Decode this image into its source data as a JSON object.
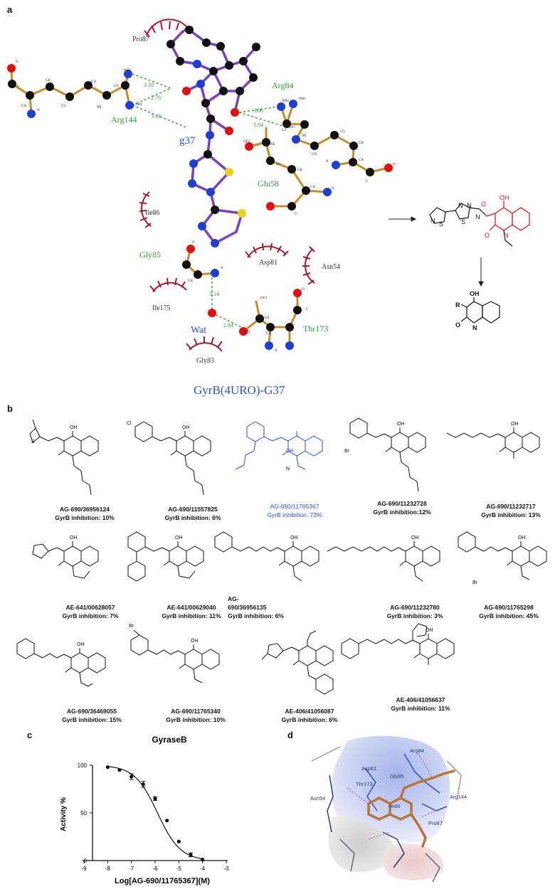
{
  "panels": {
    "a": "a",
    "b": "b",
    "c": "c",
    "d": "d"
  },
  "panel_a": {
    "title": "GyrB(4URO)-G37",
    "ligand": "g37",
    "water": "Wat",
    "residues_green": [
      "Arg84",
      "Arg144",
      "Glu58",
      "Gly85",
      "Thr173"
    ],
    "residues_dark": [
      "Pro87",
      "Ile86",
      "Asp81",
      "Asn54",
      "Ile175",
      "Gly83"
    ],
    "distances": [
      "3.10",
      "2.76",
      "3.14",
      "3.06",
      "3.04",
      "3.14",
      "2.84"
    ],
    "atom_labels": [
      "O",
      "C",
      "CA",
      "N",
      "CB",
      "CG",
      "CD",
      "NE",
      "CZ",
      "NH2",
      "NH1",
      "OE1",
      "OE2",
      "OG1",
      "CG2"
    ],
    "scheme_R": "R",
    "scheme_OH": "OH",
    "scheme_N": "N",
    "scheme_NH": "N\nH",
    "scheme_O": "O"
  },
  "panel_b": {
    "compounds": [
      {
        "id": "AG-690/36956124",
        "activity": "GyrB inhibition: 10%",
        "highlight": false
      },
      {
        "id": "AG-690/11557825",
        "activity": "GyrB inhibition: 6%",
        "highlight": false
      },
      {
        "id": "AG-690/11765367",
        "activity": "GyrB inhibition: 72%",
        "highlight": true
      },
      {
        "id": "AG-690/11232728",
        "activity": "GyrB inhibition:12%",
        "highlight": false
      },
      {
        "id": "AG-690/11232717",
        "activity": "GyrB inhibition: 13%",
        "highlight": false
      },
      {
        "id": "AE-641/00628057",
        "activity": "GyrB inhibition: 7%",
        "highlight": false
      },
      {
        "id": "AE-641/00629040",
        "activity": "GyrB inhibition: 11%",
        "highlight": false
      },
      {
        "id": "AG-\n690/36956135",
        "activity": "GyrB inhibition: 6%",
        "highlight": false
      },
      {
        "id": "AG-690/11232780",
        "activity": "GyrB inhibition: 3%",
        "highlight": false
      },
      {
        "id": "AG-690/11765298",
        "activity": "GyrB inhibition: 45%",
        "highlight": false
      },
      {
        "id": "AG-690/36469055",
        "activity": "GyrB inhibition: 15%",
        "highlight": false
      },
      {
        "id": "AG-690/11765340",
        "activity": "GyrB inhibition: 10%",
        "highlight": false
      },
      {
        "id": "AE-406/41056087",
        "activity": "GyrB inhibition: 6%",
        "highlight": false
      },
      {
        "id": "AE-406/41056637",
        "activity": "GyrB inhibition: 11%",
        "highlight": false
      }
    ],
    "atom_labels": {
      "Cl": "Cl",
      "Br": "Br",
      "S": "S",
      "N": "N",
      "O": "O",
      "OH": "OH",
      "H": "H"
    }
  },
  "chart_data": {
    "type": "scatter",
    "title": "GyraseB",
    "xlabel": "Log[AG-690/11765367](M)",
    "ylabel": "Activity %",
    "xlim": [
      -9,
      -3
    ],
    "ylim": [
      0,
      100
    ],
    "xticks": [
      "-9",
      "-8",
      "-7",
      "-6",
      "-5",
      "-4",
      "-3"
    ],
    "yticks": [
      "0",
      "50",
      "100"
    ],
    "points": [
      {
        "x": -8.0,
        "y": 98,
        "err": 1
      },
      {
        "x": -7.5,
        "y": 95,
        "err": 1
      },
      {
        "x": -7.0,
        "y": 88,
        "err": 3
      },
      {
        "x": -6.5,
        "y": 80,
        "err": 3
      },
      {
        "x": -6.0,
        "y": 65,
        "err": 2
      },
      {
        "x": -5.5,
        "y": 42,
        "err": 1
      },
      {
        "x": -5.0,
        "y": 20,
        "err": 1
      },
      {
        "x": -4.5,
        "y": 6,
        "err": 2
      },
      {
        "x": -4.0,
        "y": 1,
        "err": 1
      }
    ],
    "curve": {
      "top": 100,
      "bottom": 0,
      "logIC50": -5.9,
      "hill": 0.9
    }
  },
  "panel_d": {
    "labels": [
      "Arg84",
      "Asp81",
      "Gly85",
      "Thr173",
      "Asn54",
      "Ile86",
      "Arg144",
      "Pro87"
    ]
  }
}
